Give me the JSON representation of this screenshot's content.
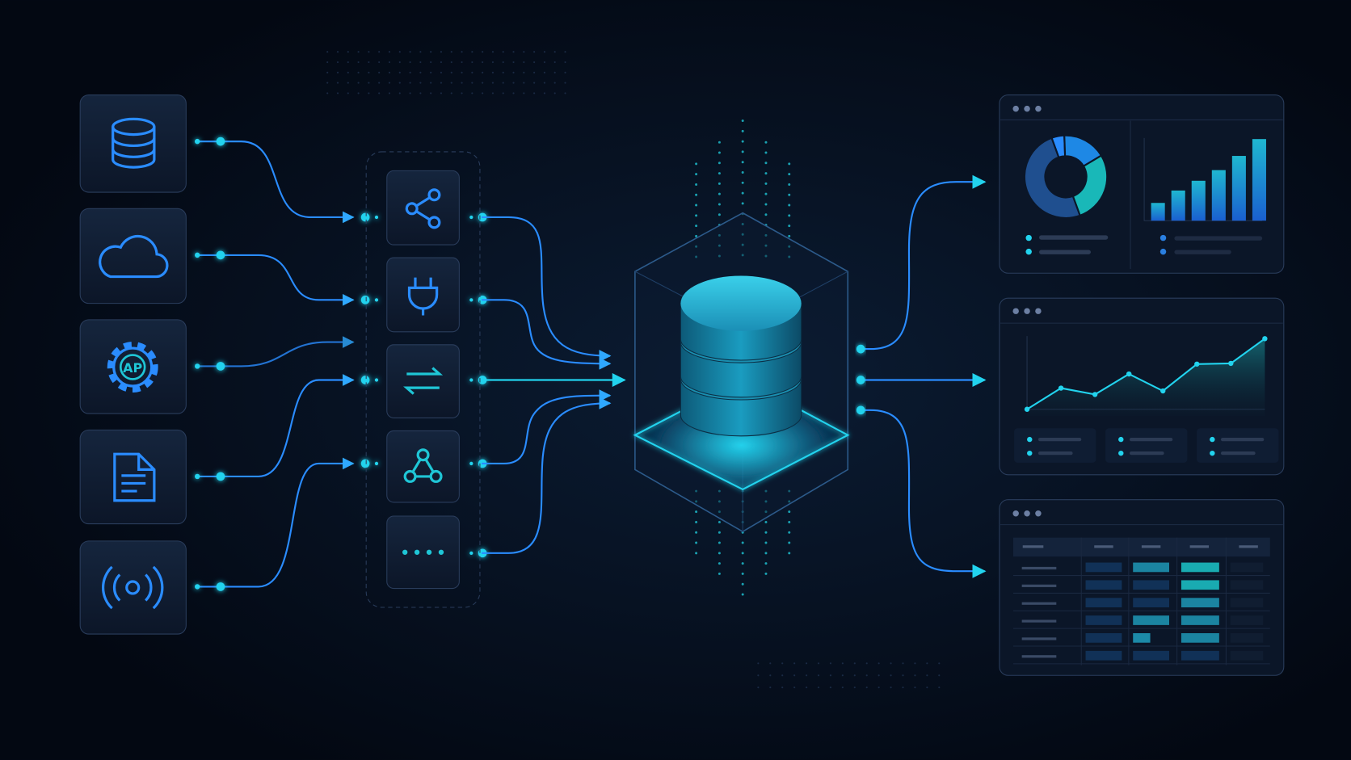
{
  "sources": [
    {
      "icon": "database-icon"
    },
    {
      "icon": "cloud-icon"
    },
    {
      "icon": "api-gear-icon",
      "label": "AP"
    },
    {
      "icon": "document-icon"
    },
    {
      "icon": "broadcast-icon"
    }
  ],
  "processors": [
    "share-icon",
    "plug-icon",
    "swap-arrows-icon",
    "network-triangle-icon",
    "more-dots-icon"
  ],
  "colors": {
    "background": "#040a16",
    "accent": "#22d3ee",
    "blue": "#1e88e5",
    "teal": "#19b8b8",
    "panel": "#0d1a2e"
  },
  "panels": {
    "donut_shares": [
      5,
      17,
      28,
      50
    ],
    "bar_values": [
      20,
      34,
      45,
      57,
      73,
      92
    ],
    "line_values": [
      0,
      30,
      21,
      50,
      26,
      64,
      65,
      100
    ],
    "table_rows": 6
  }
}
